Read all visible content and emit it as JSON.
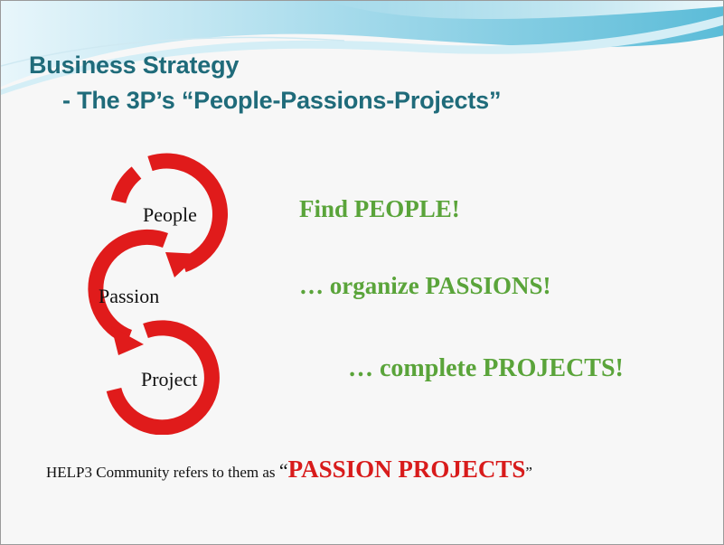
{
  "slide": {
    "title": "Business Strategy",
    "subtitle": "- The 3P’s “People-Passions-Projects”"
  },
  "cycle": {
    "nodes": [
      "People",
      "Passion",
      "Project"
    ],
    "arrow_color": "#e01b1b"
  },
  "taglines": [
    "Find PEOPLE!",
    "… organize PASSIONS!",
    "… complete PROJECTS!"
  ],
  "footer": {
    "lead": "HELP3 Community refers to them as ",
    "open_quote": "“",
    "emphasis": "PASSION PROJECTS",
    "close_quote": "”"
  },
  "colors": {
    "title": "#1f6b7a",
    "tagline": "#5aa43a",
    "emphasis": "#d81b1b",
    "wave": "#8fd0e6"
  }
}
